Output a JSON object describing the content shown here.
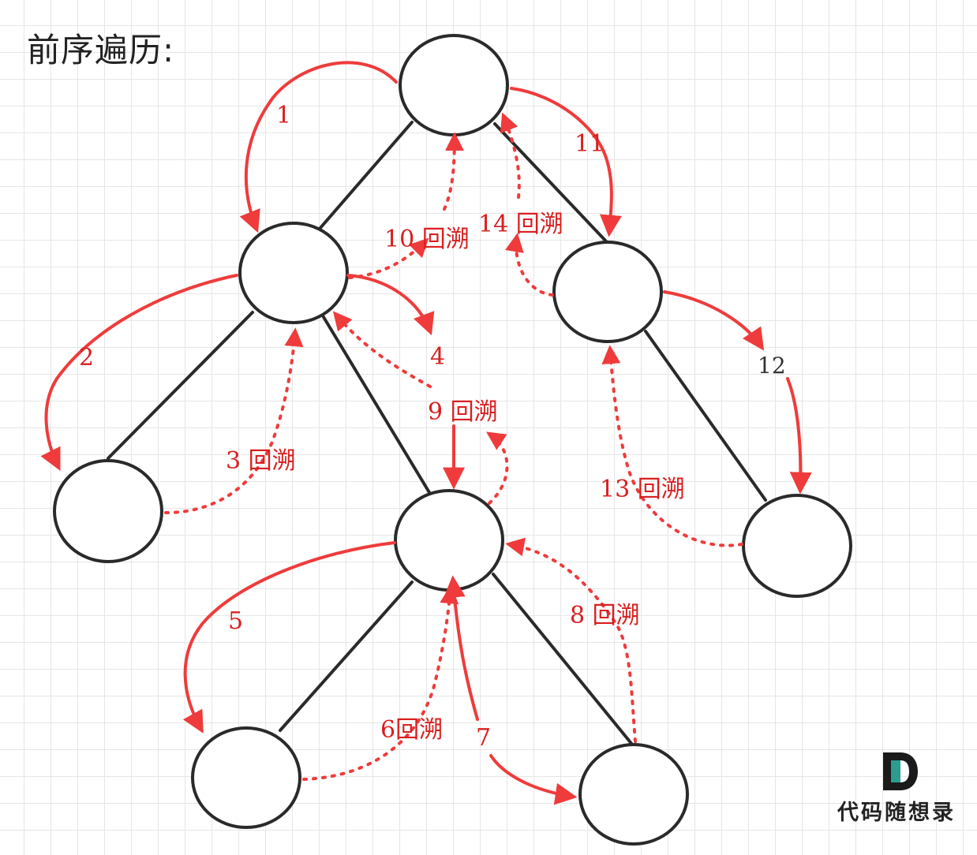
{
  "title": "前序遍历:",
  "colors": {
    "edge": "#2a2a2a",
    "arrow": "#ef3b3b",
    "label": "#d91f1f",
    "grid": "#e6e6e6"
  },
  "labels": {
    "step1": "1",
    "step2": "2",
    "step3": "3 回溯",
    "step4": "4",
    "step5": "5",
    "step6": "6回溯",
    "step7": "7",
    "step8": "8 回溯",
    "step9": "9 回溯",
    "step10": "10 回溯",
    "step11": "11",
    "step12": "12",
    "step13": "13 回溯",
    "step14": "14 回溯"
  },
  "logo": {
    "mark": "D",
    "text": "代码随想录",
    "mark_color_dark": "#1a1a1a",
    "mark_color_accent": "#2a9d8f"
  }
}
